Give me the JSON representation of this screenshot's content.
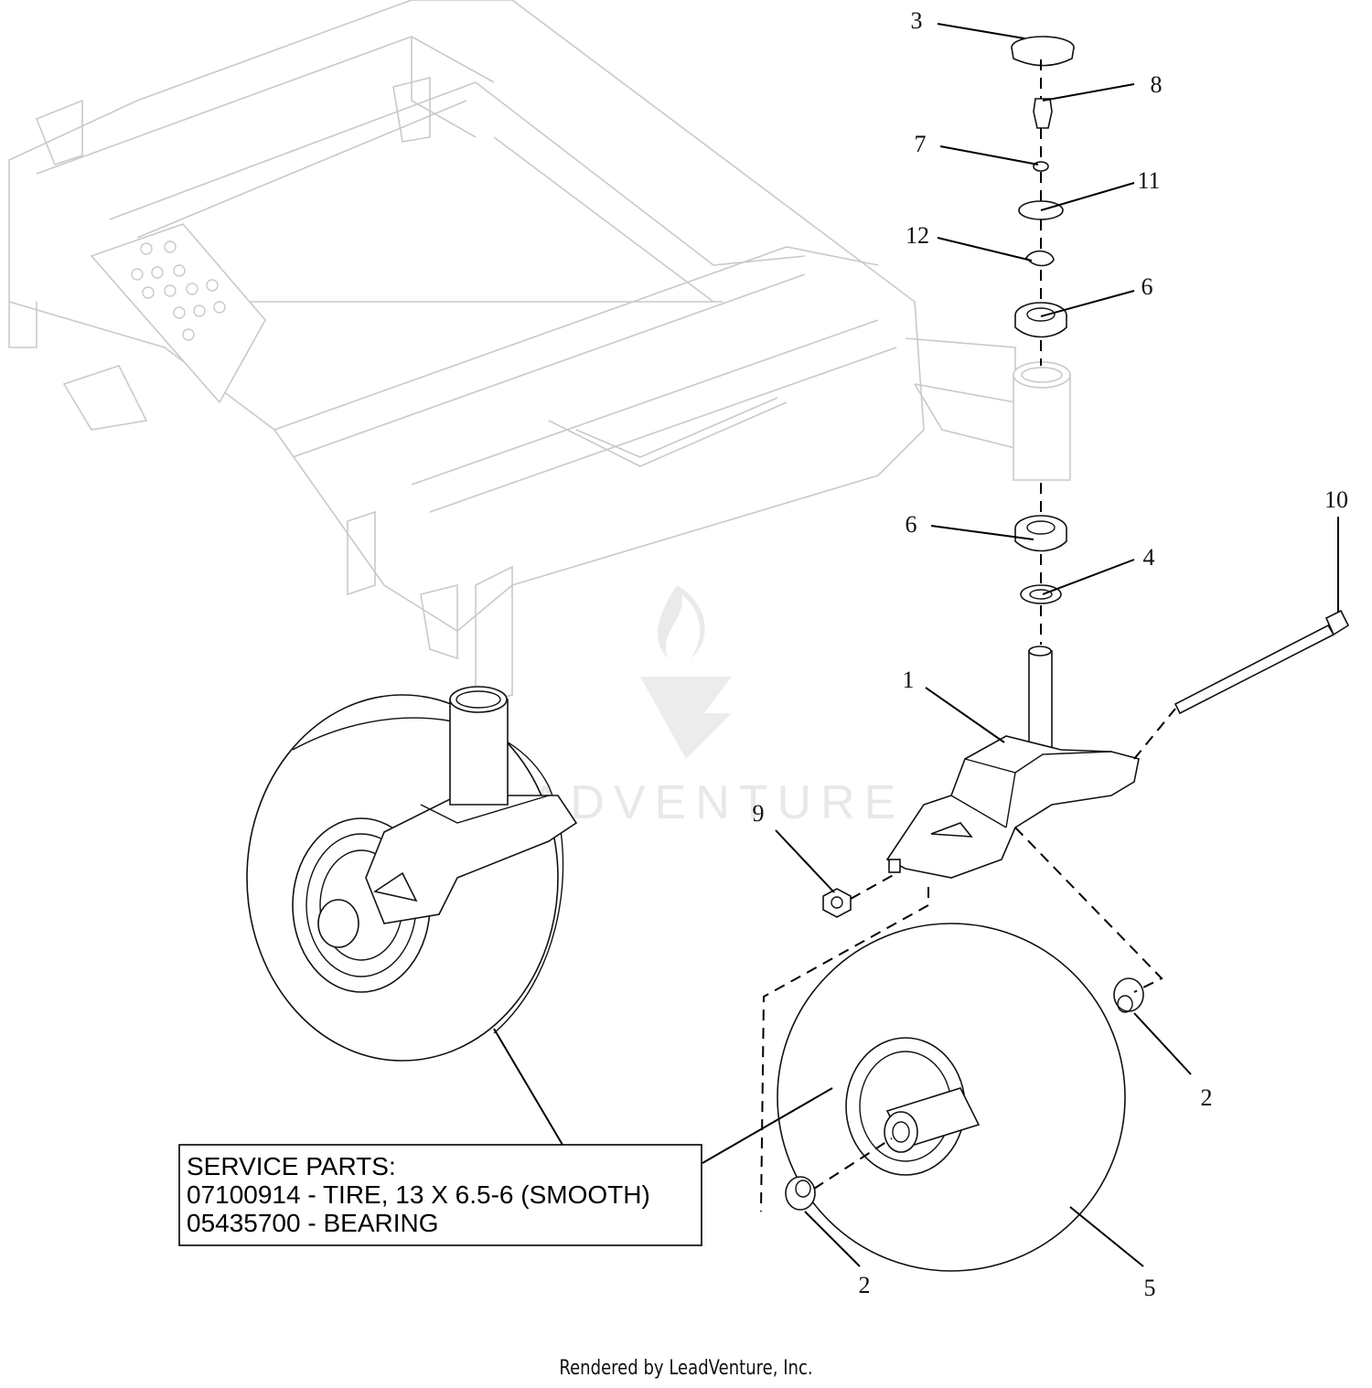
{
  "callouts": {
    "c3": "3",
    "c8": "8",
    "c7": "7",
    "c11": "11",
    "c12": "12",
    "c6_top": "6",
    "c6_bottom": "6",
    "c4": "4",
    "c10": "10",
    "c1": "1",
    "c9": "9",
    "c2_right": "2",
    "c2_bottom": "2",
    "c5": "5"
  },
  "service_parts": {
    "heading": "SERVICE PARTS:",
    "line1": "07100914 - TIRE, 13 X 6.5-6 (SMOOTH)",
    "line2": "05435700 - BEARING"
  },
  "watermark": "LEADVENTURE",
  "footer": "Rendered by LeadVenture, Inc."
}
